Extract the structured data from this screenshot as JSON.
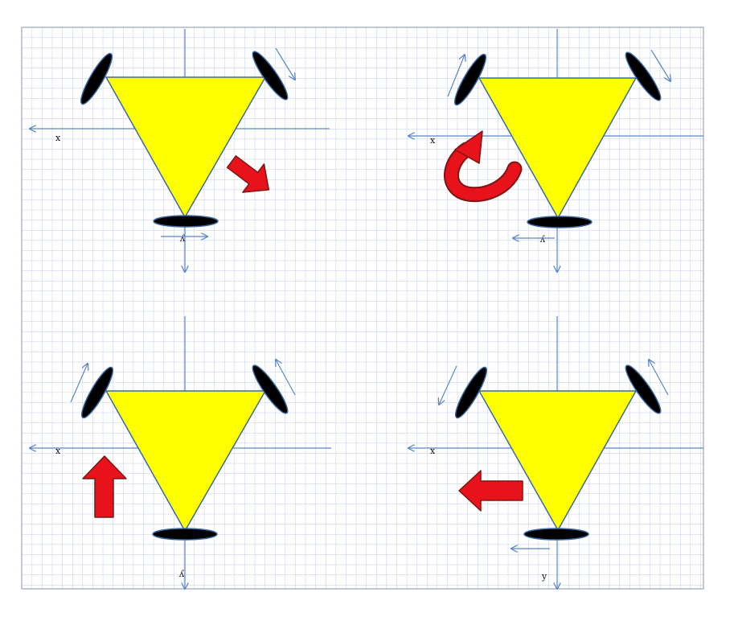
{
  "colors": {
    "background": "#ffffff",
    "grid_line": "#c2cce8",
    "frame": "#9aa4bb",
    "axis": "#5b86c5",
    "triangle_fill": "#ffff00",
    "triangle_stroke": "#3b6aa0",
    "wheel": "#000000",
    "motion_arrow": "#e8121b",
    "motion_arrow_outline": "#7a1616"
  },
  "axis_labels": {
    "x": "x",
    "y": "y"
  },
  "panels": [
    {
      "id": "top-left",
      "motion": "diagonal-arrow",
      "wheel_directions": [
        "none",
        "down-right",
        "right"
      ]
    },
    {
      "id": "top-right",
      "motion": "rotate-arrow",
      "wheel_directions": [
        "up-right",
        "down-right",
        "left"
      ]
    },
    {
      "id": "bottom-left",
      "motion": "up-arrow",
      "wheel_directions": [
        "up-right",
        "up-left",
        "none"
      ]
    },
    {
      "id": "bottom-right",
      "motion": "left-arrow",
      "wheel_directions": [
        "down-left",
        "up-left",
        "left"
      ]
    }
  ]
}
